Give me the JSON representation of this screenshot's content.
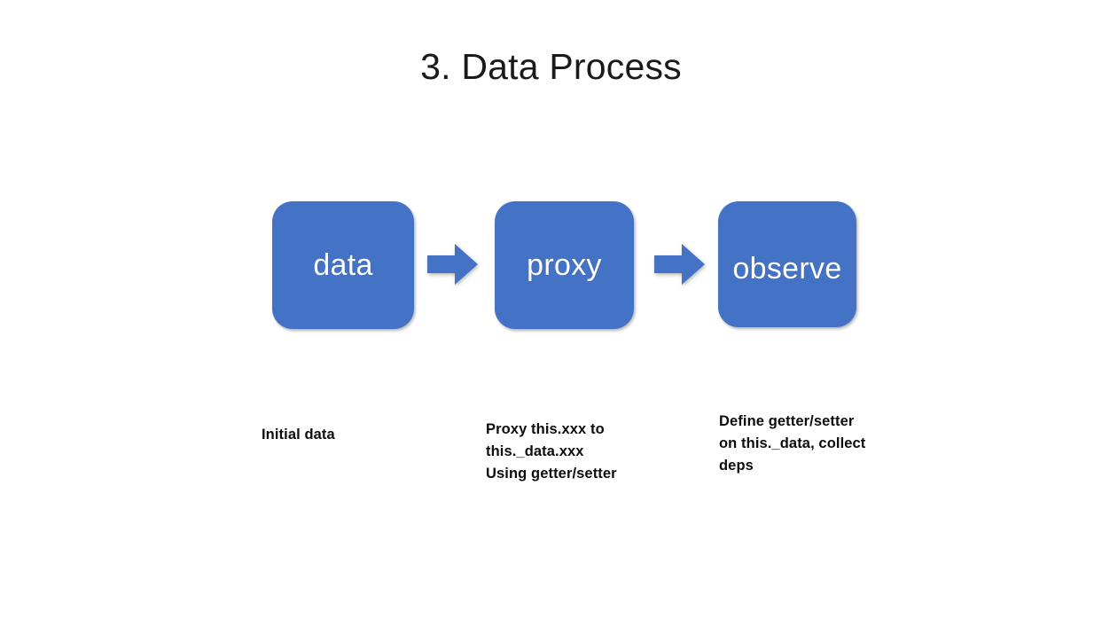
{
  "slide": {
    "title": "3. Data Process",
    "background_color": "#FFFFFF",
    "accent_color": "#4472C4",
    "box_text_color": "#FFFFFF",
    "caption_text_color": "#0D0D0D"
  },
  "flow": {
    "steps": [
      {
        "id": "data",
        "label": "data",
        "caption": "Initial data"
      },
      {
        "id": "proxy",
        "label": "proxy",
        "caption": "Proxy this.xxx to\nthis._data.xxx\nUsing getter/setter"
      },
      {
        "id": "observe",
        "label": "observe",
        "caption": "Define getter/setter\non this._data, collect\ndeps"
      }
    ],
    "connectors": [
      {
        "id": "arrow-data-to-proxy",
        "icon": "right-block-arrow-icon",
        "from": "data",
        "to": "proxy"
      },
      {
        "id": "arrow-proxy-to-observe",
        "icon": "right-block-arrow-icon",
        "from": "proxy",
        "to": "observe"
      }
    ]
  }
}
